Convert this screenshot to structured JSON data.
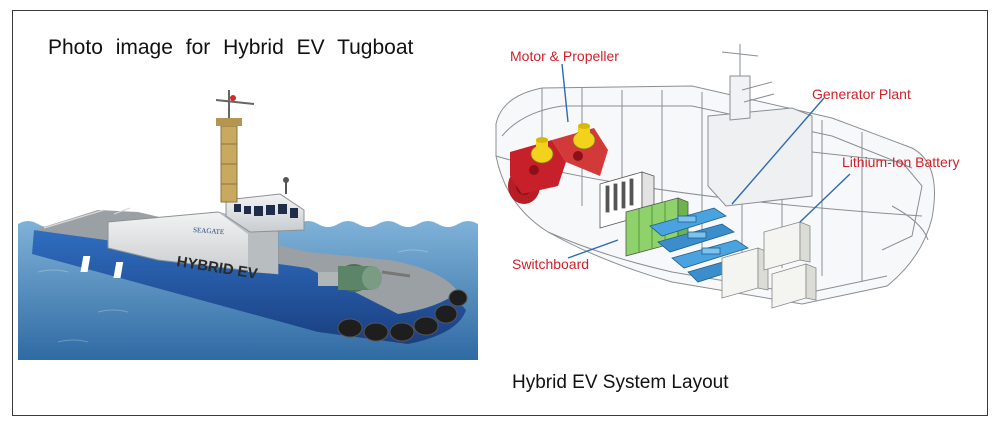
{
  "figure": {
    "left_title": "Photo image for Hybrid EV Tugboat",
    "right_title": "Hybrid EV System Layout",
    "hull_text": "HYBRID EV",
    "brand_text": "SEAGATE"
  },
  "callouts": {
    "motor": "Motor & Propeller",
    "generator": "Generator Plant",
    "battery": "Lithium-Ion Battery",
    "switchboard": "Switchboard"
  },
  "colors": {
    "sky": "#ffffff",
    "sea": "#3d7fb8",
    "hull_blue": "#2257a8",
    "deck_grey": "#9aa0a3",
    "superstructure": "#e8eaea",
    "mast_tan": "#c9a860",
    "label_red": "#d0202a",
    "leader_blue": "#2c6bb4",
    "battery_blue": "#4aa3df",
    "switchboard_green": "#8fd16a",
    "motor_red": "#c8202a",
    "motor_yellow": "#f2d21c"
  },
  "icons": [
    "tugboat-photo",
    "hull-wireframe"
  ]
}
